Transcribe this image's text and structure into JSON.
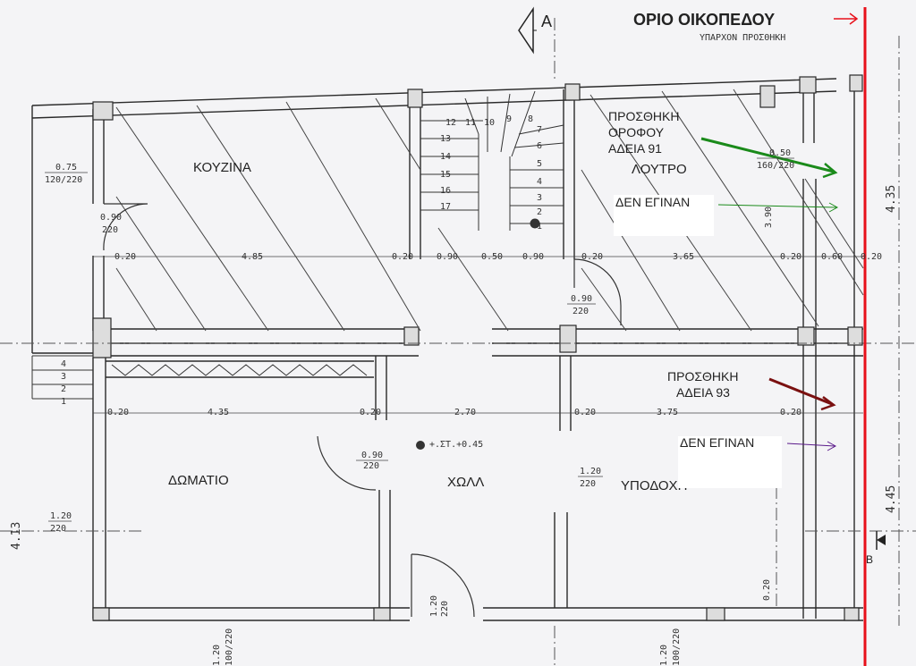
{
  "plot_limit": {
    "label": "ΟΡΙΟ ΟΙΚΟΠΕΔΟΥ",
    "color": "#e8101a"
  },
  "section_mark": "A",
  "section_mark_b": "B",
  "top_note": "ΥΠΑΡΧΟΝ    ΠΡΟΣΘΗΚΗ",
  "rooms": {
    "kitchen": "ΚΟΥΖΙΝΑ",
    "bathroom": "ΛΟΥΤΡΟ",
    "bedroom": "ΔΩΜΑΤΙΟ",
    "hall": "ΧΩΛΛ",
    "reception": "ΥΠΟΔΟΧΗ"
  },
  "annotations": {
    "floor_addition": {
      "text": "ΠΡΟΣΘΗΚΗ\nΟΡΟΦΟΥ\nΑΔΕΙΑ 91",
      "color": "#1a8a1a"
    },
    "not_done_1": {
      "text": "ΔΕΝ ΕΓΙΝΑΝ",
      "color": "#1a8a1a"
    },
    "addition_93": {
      "text": "ΠΡΟΣΘΗΚΗ\nΑΔΕΙΑ 93",
      "color": "#7a1010"
    },
    "not_done_2": {
      "text": "ΔΕΝ ΕΓΙΝΑΝ",
      "color": "#5a1a8a"
    }
  },
  "dimensions": {
    "kitchen_window": "0.75\n120/220",
    "kitchen_door": "0.90\n220",
    "upper": [
      "0.20",
      "4.85",
      "0.20",
      "0.90",
      "0.50",
      "0.90",
      "0.20",
      "3.65",
      "0.20",
      "0.60",
      "0.20"
    ],
    "bath_window": "0.50\n160/220",
    "bath_depth": "3.90",
    "right_top": "4.35",
    "stair_door": "0.90\n220",
    "lower": [
      "0.20",
      "4.35",
      "0.20",
      "2.70",
      "0.20",
      "3.75",
      "0.20"
    ],
    "floor_level": "+.ΣΤ.+0.45",
    "hall_door": "0.90\n220",
    "reception_door": "1.20\n220",
    "left_window": "1.20\n220",
    "left_height": "4.13",
    "entry_door": "1.20\n220",
    "bottom_left_window": "1.20\n100/220",
    "bottom_right_window": "1.20\n100/220",
    "right_bottom": "4.45",
    "right_small": "0.20"
  },
  "stair_numbers": [
    "12",
    "11",
    "10",
    "9",
    "8",
    "7",
    "6",
    "5",
    "4",
    "3",
    "2",
    "1",
    "13",
    "14",
    "15",
    "16",
    "17"
  ],
  "outdoor_steps": [
    "4",
    "3",
    "2",
    "1"
  ]
}
